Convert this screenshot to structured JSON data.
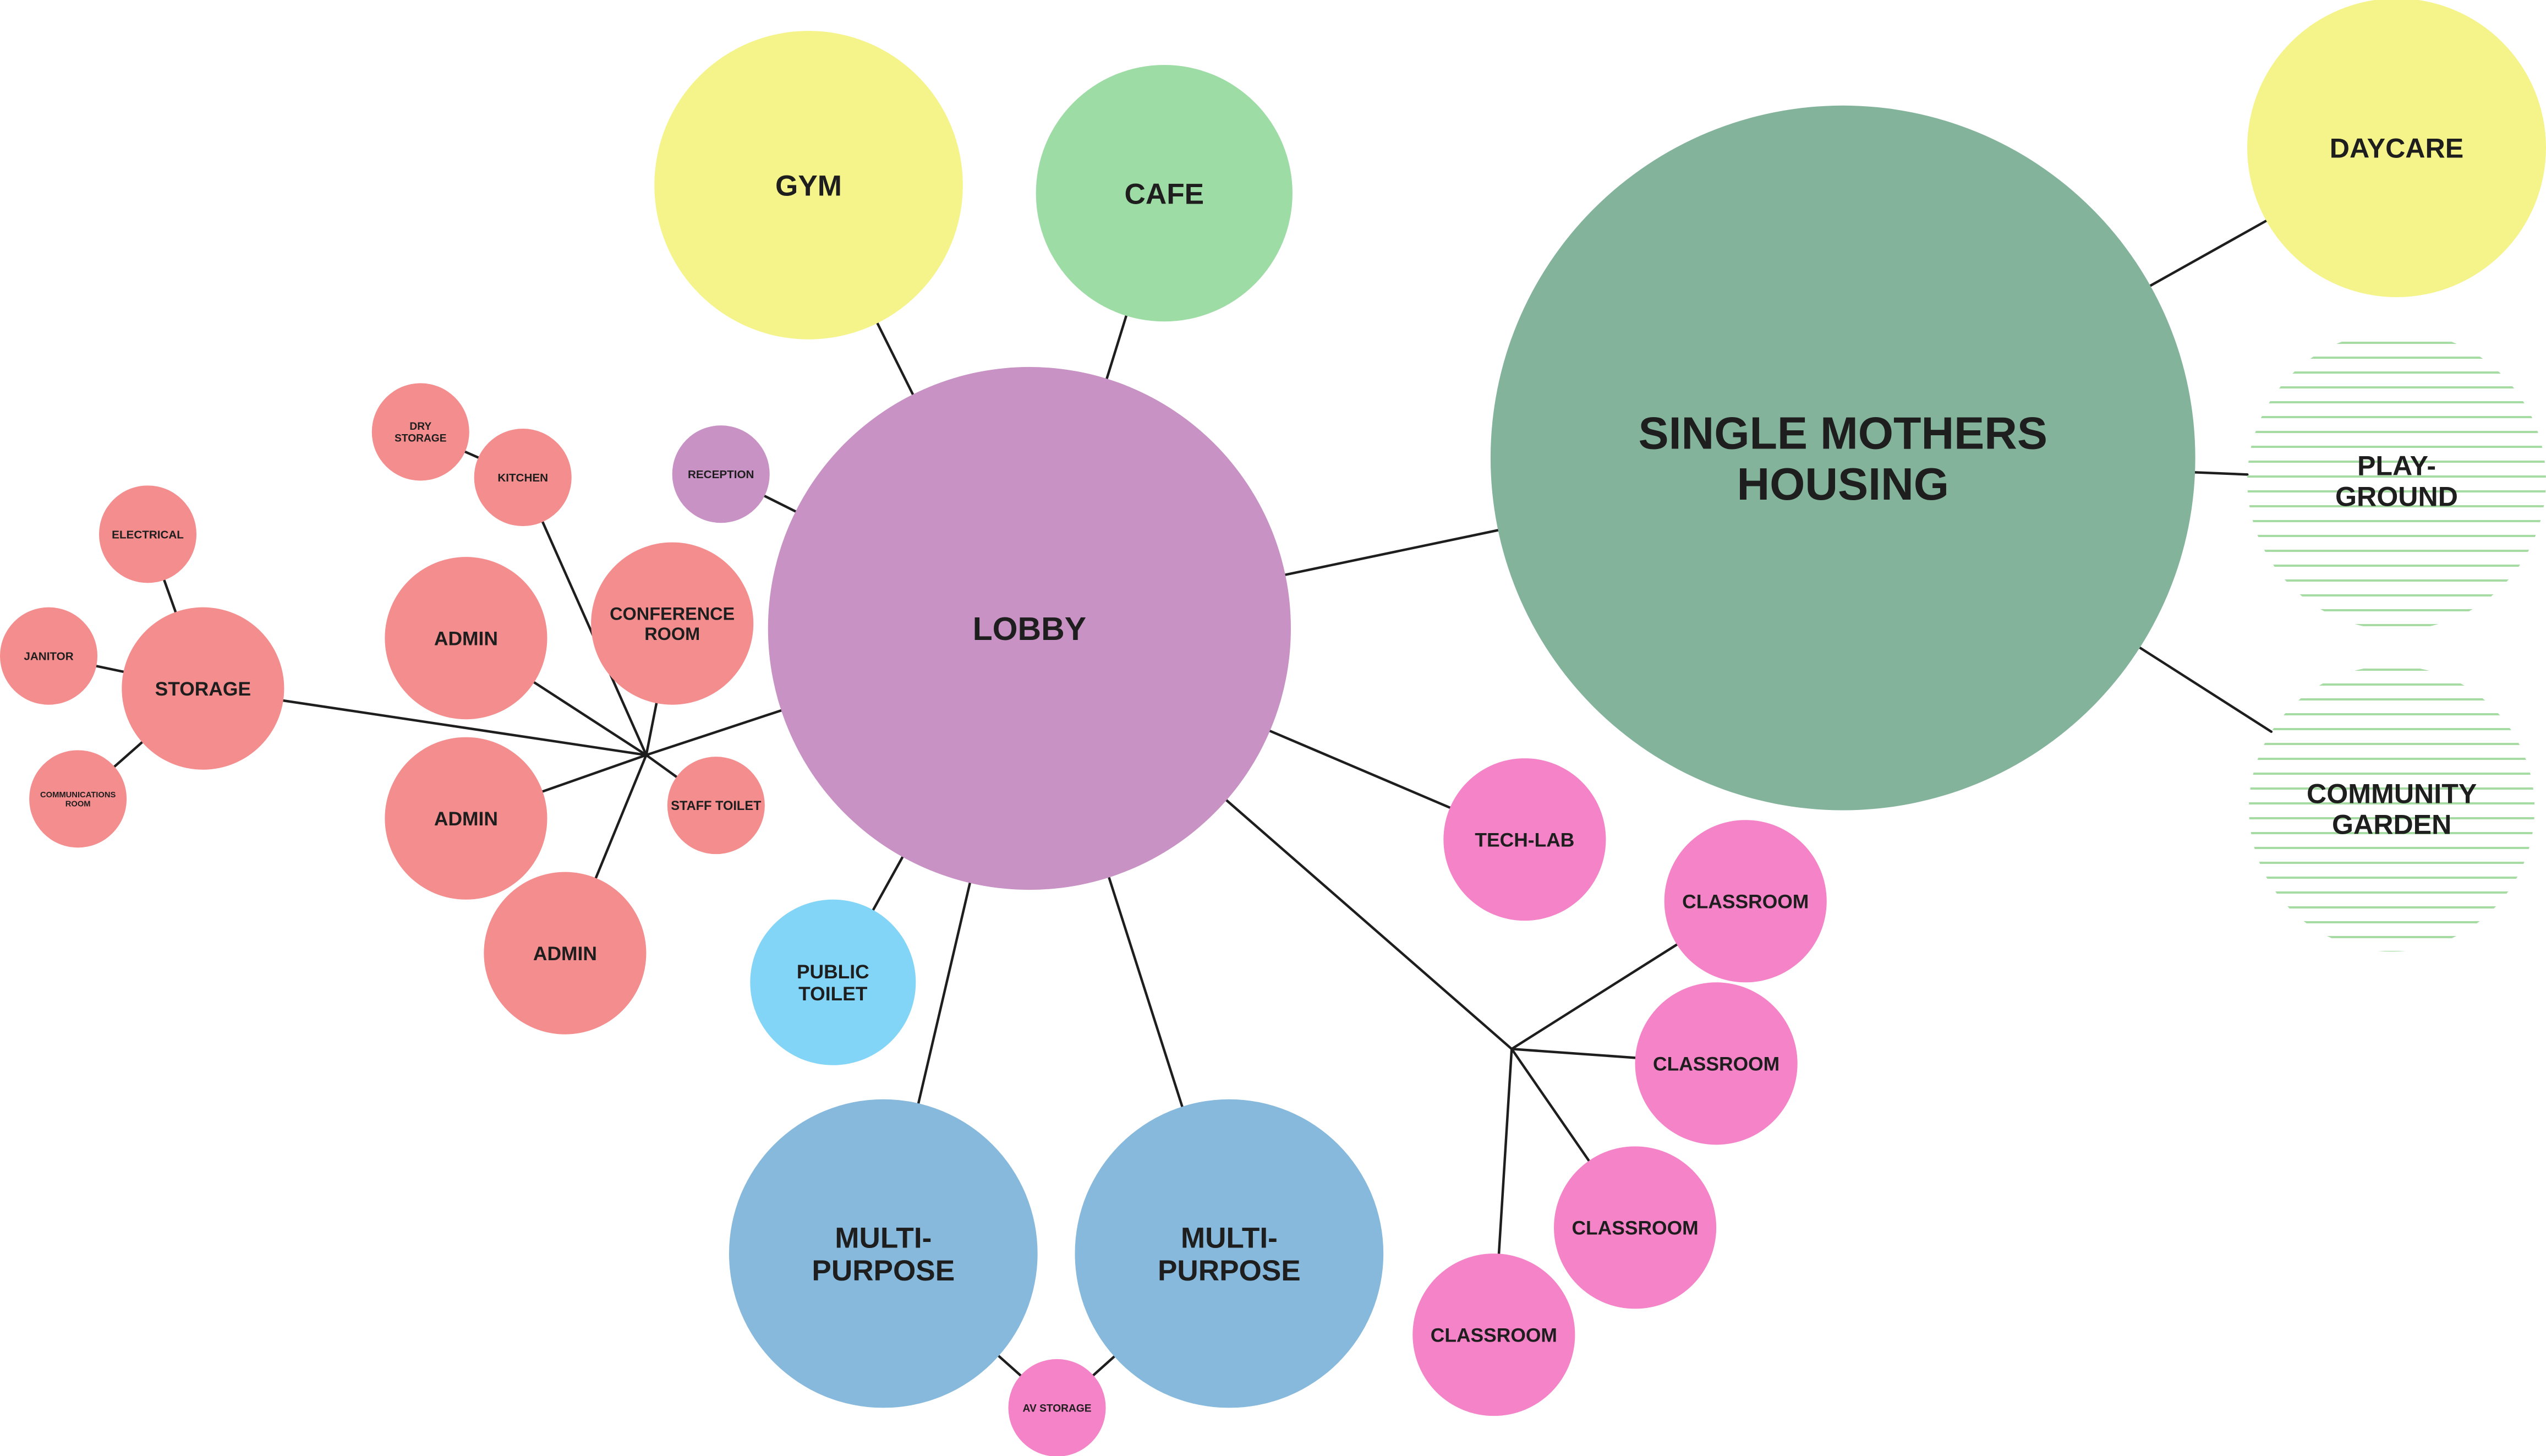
{
  "title": "",
  "colors": {
    "lobby": "#c892c4",
    "housing": "#84b39c",
    "yellow": "#f5f48b",
    "cafe": "#9ddca5",
    "salmon": "#f48d8d",
    "reception": "#c892c4",
    "toilet": "#83d5f7",
    "blue": "#87b9dd",
    "pink": "#f483c8",
    "hatch": "#a6dba4",
    "line": "#1e1e1e"
  },
  "nodes": [
    {
      "id": "lobby",
      "label": [
        "LOBBY"
      ],
      "fill": "lobby"
    },
    {
      "id": "gym",
      "label": [
        "GYM"
      ],
      "fill": "yellow"
    },
    {
      "id": "cafe",
      "label": [
        "CAFE"
      ],
      "fill": "cafe"
    },
    {
      "id": "housing",
      "label": [
        "SINGLE MOTHERS",
        "HOUSING"
      ],
      "fill": "housing"
    },
    {
      "id": "daycare",
      "label": [
        "DAYCARE"
      ],
      "fill": "yellow"
    },
    {
      "id": "playground",
      "label": [
        "PLAY-",
        "GROUND"
      ],
      "fill": "hatch"
    },
    {
      "id": "garden",
      "label": [
        "COMMUNITY",
        "GARDEN"
      ],
      "fill": "hatch"
    },
    {
      "id": "reception",
      "label": [
        "RECEPTION"
      ],
      "fill": "reception"
    },
    {
      "id": "conference",
      "label": [
        "CONFERENCE",
        "ROOM"
      ],
      "fill": "salmon"
    },
    {
      "id": "kitchen",
      "label": [
        "KITCHEN"
      ],
      "fill": "salmon"
    },
    {
      "id": "dry-storage",
      "label": [
        "DRY",
        "STORAGE"
      ],
      "fill": "salmon"
    },
    {
      "id": "admin-1",
      "label": [
        "ADMIN"
      ],
      "fill": "salmon"
    },
    {
      "id": "admin-2",
      "label": [
        "ADMIN"
      ],
      "fill": "salmon"
    },
    {
      "id": "admin-3",
      "label": [
        "ADMIN"
      ],
      "fill": "salmon"
    },
    {
      "id": "staff-toilet",
      "label": [
        "STAFF TOILET"
      ],
      "fill": "salmon"
    },
    {
      "id": "storage",
      "label": [
        "STORAGE"
      ],
      "fill": "salmon"
    },
    {
      "id": "electrical",
      "label": [
        "ELECTRICAL"
      ],
      "fill": "salmon"
    },
    {
      "id": "janitor",
      "label": [
        "JANITOR"
      ],
      "fill": "salmon"
    },
    {
      "id": "communications",
      "label": [
        "COMMUNICATIONS",
        "ROOM"
      ],
      "fill": "salmon"
    },
    {
      "id": "public-toilet",
      "label": [
        "PUBLIC",
        "TOILET"
      ],
      "fill": "toilet"
    },
    {
      "id": "multi-1",
      "label": [
        "MULTI-",
        "PURPOSE"
      ],
      "fill": "blue"
    },
    {
      "id": "multi-2",
      "label": [
        "MULTI-",
        "PURPOSE"
      ],
      "fill": "blue"
    },
    {
      "id": "av-storage",
      "label": [
        "AV STORAGE"
      ],
      "fill": "pink"
    },
    {
      "id": "tech-lab",
      "label": [
        "TECH-LAB"
      ],
      "fill": "pink"
    },
    {
      "id": "classroom-1",
      "label": [
        "CLASSROOM"
      ],
      "fill": "pink"
    },
    {
      "id": "classroom-2",
      "label": [
        "CLASSROOM"
      ],
      "fill": "pink"
    },
    {
      "id": "classroom-3",
      "label": [
        "CLASSROOM"
      ],
      "fill": "pink"
    },
    {
      "id": "classroom-4",
      "label": [
        "CLASSROOM"
      ],
      "fill": "pink"
    }
  ],
  "edges": [
    [
      "lobby",
      "gym"
    ],
    [
      "lobby",
      "cafe"
    ],
    [
      "lobby",
      "housing"
    ],
    [
      "housing",
      "daycare"
    ],
    [
      "housing",
      "playground"
    ],
    [
      "housing",
      "garden"
    ],
    [
      "lobby",
      "reception"
    ],
    [
      "lobby",
      "staff-hub"
    ],
    [
      "staff-hub",
      "conference"
    ],
    [
      "staff-hub",
      "kitchen"
    ],
    [
      "kitchen",
      "dry-storage"
    ],
    [
      "staff-hub",
      "admin-1"
    ],
    [
      "staff-hub",
      "admin-2"
    ],
    [
      "staff-hub",
      "admin-3"
    ],
    [
      "staff-hub",
      "staff-toilet"
    ],
    [
      "staff-hub",
      "storage"
    ],
    [
      "storage",
      "electrical"
    ],
    [
      "storage",
      "janitor"
    ],
    [
      "storage",
      "communications"
    ],
    [
      "lobby",
      "public-toilet"
    ],
    [
      "lobby",
      "multi-1"
    ],
    [
      "lobby",
      "multi-2"
    ],
    [
      "multi-1",
      "av-storage"
    ],
    [
      "multi-2",
      "av-storage"
    ],
    [
      "lobby",
      "tech-lab"
    ],
    [
      "lobby",
      "class-hub"
    ],
    [
      "class-hub",
      "classroom-1"
    ],
    [
      "class-hub",
      "classroom-2"
    ],
    [
      "class-hub",
      "classroom-3"
    ],
    [
      "class-hub",
      "classroom-4"
    ]
  ]
}
